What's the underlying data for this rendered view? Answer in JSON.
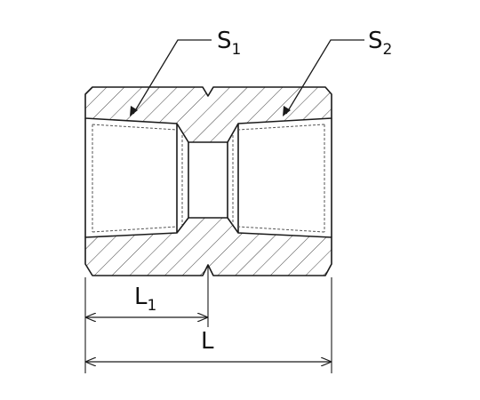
{
  "labels": {
    "s1": {
      "base": "S",
      "sub": "1"
    },
    "s2": {
      "base": "S",
      "sub": "2"
    },
    "l1": {
      "base": "L",
      "sub": "1"
    },
    "l": {
      "base": "L"
    }
  },
  "colors": {
    "stroke": "#1a1a1a",
    "hatch": "#2a2a2a",
    "hidden_line": "#555555",
    "background": "#ffffff"
  }
}
